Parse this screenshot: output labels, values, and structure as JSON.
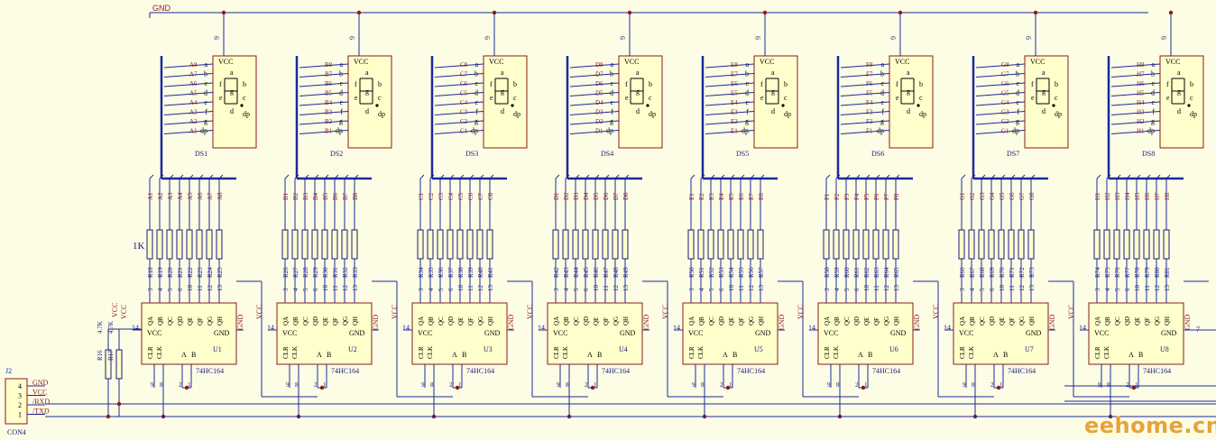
{
  "labels": {
    "gnd_rail": "GND",
    "vcc": "VCC",
    "gnd": "GND",
    "r1k": "1K",
    "pin9": "9",
    "pin14": "14",
    "pin7": "7",
    "chip_part": "74HC164",
    "clr": "CLR",
    "clk": "CLK",
    "a": "A",
    "b": "B",
    "dp": "dp",
    "qpins": [
      "QA",
      "QB",
      "QC",
      "QD",
      "QE",
      "QF",
      "QG",
      "QH"
    ],
    "qpin_nums": [
      "3",
      "4",
      "5",
      "6",
      "10",
      "11",
      "12",
      "13"
    ],
    "seg_letters": [
      "a",
      "b",
      "c",
      "d",
      "e",
      "f",
      "g",
      "dp"
    ],
    "bottom_pin_nums": [
      "9",
      "8",
      "2",
      "1"
    ]
  },
  "connector": {
    "ref": "J2",
    "part": "CON4",
    "pins": [
      "4",
      "3",
      "2",
      "1"
    ],
    "nets": [
      "GND",
      "VCC",
      "/RXD",
      "/TXD"
    ]
  },
  "pullups": {
    "refs": [
      "R16",
      "R17"
    ],
    "values": [
      "4.7K",
      "4.7K"
    ]
  },
  "stages": [
    {
      "letter": "A",
      "display": "DS1",
      "chip": "U1",
      "res": [
        "R18",
        "R19",
        "R20",
        "R21",
        "R22",
        "R23",
        "R24",
        "R25"
      ]
    },
    {
      "letter": "B",
      "display": "DS2",
      "chip": "U2",
      "res": [
        "R26",
        "R27",
        "R28",
        "R29",
        "R30",
        "R31",
        "R32",
        "R33"
      ]
    },
    {
      "letter": "C",
      "display": "DS3",
      "chip": "U3",
      "res": [
        "R34",
        "R35",
        "R36",
        "R37",
        "R38",
        "R39",
        "R40",
        "R41"
      ]
    },
    {
      "letter": "D",
      "display": "DS4",
      "chip": "U4",
      "res": [
        "R42",
        "R43",
        "R44",
        "R45",
        "R46",
        "R47",
        "R48",
        "R49"
      ]
    },
    {
      "letter": "E",
      "display": "DS5",
      "chip": "U5",
      "res": [
        "R50",
        "R51",
        "R52",
        "R53",
        "R54",
        "R55",
        "R56",
        "R57"
      ]
    },
    {
      "letter": "F",
      "display": "DS6",
      "chip": "U6",
      "res": [
        "R58",
        "R59",
        "R60",
        "R61",
        "R62",
        "R63",
        "R64",
        "R65"
      ]
    },
    {
      "letter": "G",
      "display": "DS7",
      "chip": "U7",
      "res": [
        "R66",
        "R67",
        "R68",
        "R69",
        "R70",
        "R71",
        "R72",
        "R73"
      ]
    },
    {
      "letter": "H",
      "display": "DS8",
      "chip": "U8",
      "res": [
        "R74",
        "R75",
        "R76",
        "R77",
        "R78",
        "R79",
        "R80",
        "R81"
      ]
    }
  ],
  "watermark": "eehome.cn",
  "colors": {
    "wire": "#1a2a9a",
    "part": "#8b1a1a",
    "label": "#1a1a80",
    "body": "#ffffcc",
    "node": "#8b1a1a",
    "watermark": "#e8a23a"
  }
}
